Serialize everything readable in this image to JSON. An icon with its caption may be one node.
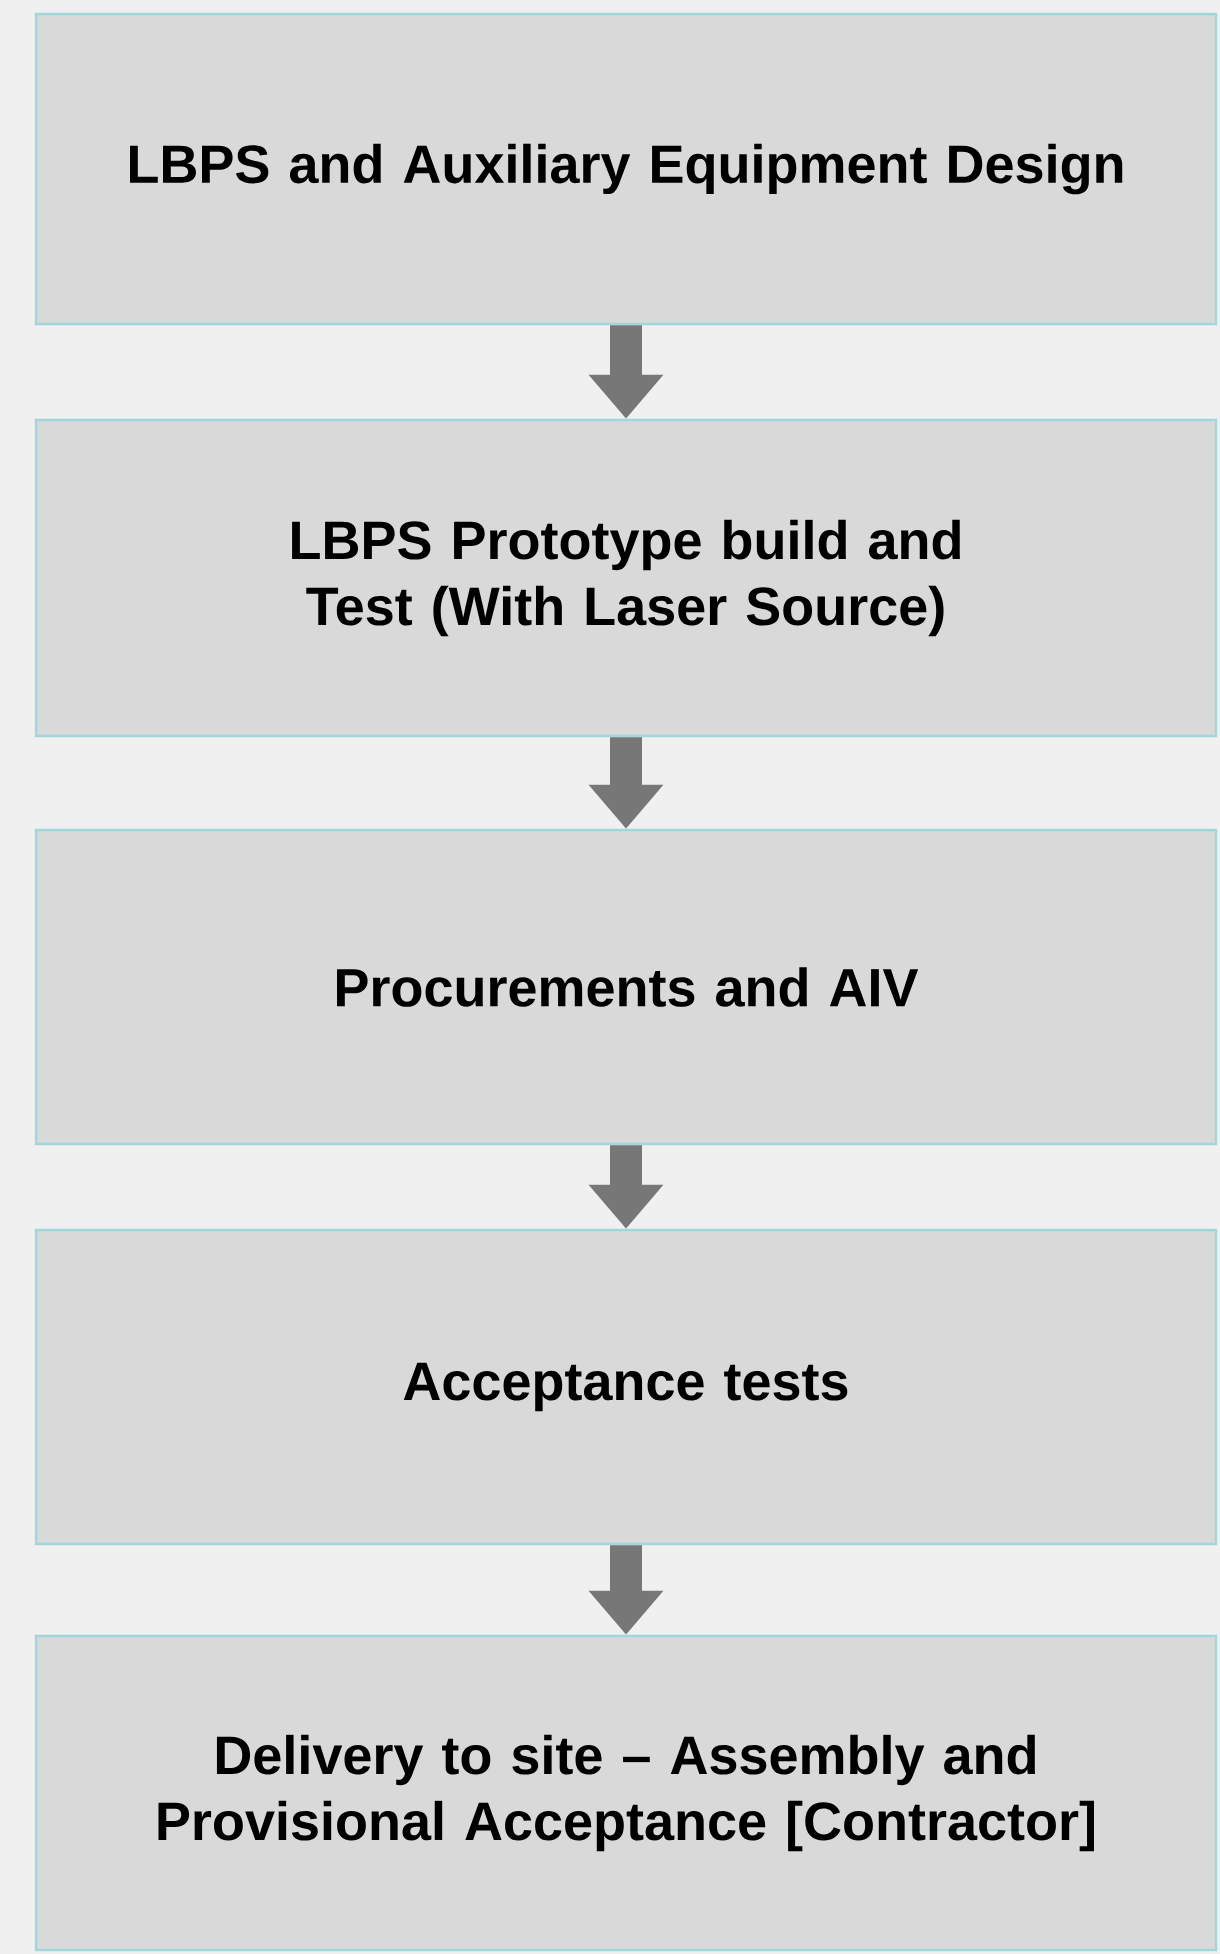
{
  "diagram": {
    "nodes": [
      {
        "text": [
          "LBPS and Auxiliary Equipment Design"
        ]
      },
      {
        "text": [
          "LBPS Prototype build and Test (With Laser Source)"
        ]
      },
      {
        "text": [
          "Procurements and AIV"
        ]
      },
      {
        "text": [
          "Acceptance tests"
        ]
      },
      {
        "text": [
          "Delivery to site – Assembly and Provisional Acceptance [Contractor]"
        ]
      }
    ],
    "edges": [
      {
        "from": 0,
        "to": 1,
        "arrow": "to"
      },
      {
        "from": 1,
        "to": 2,
        "arrow": "to"
      },
      {
        "from": 2,
        "to": 3,
        "arrow": "to"
      },
      {
        "from": 3,
        "to": 4,
        "arrow": "to"
      }
    ]
  }
}
